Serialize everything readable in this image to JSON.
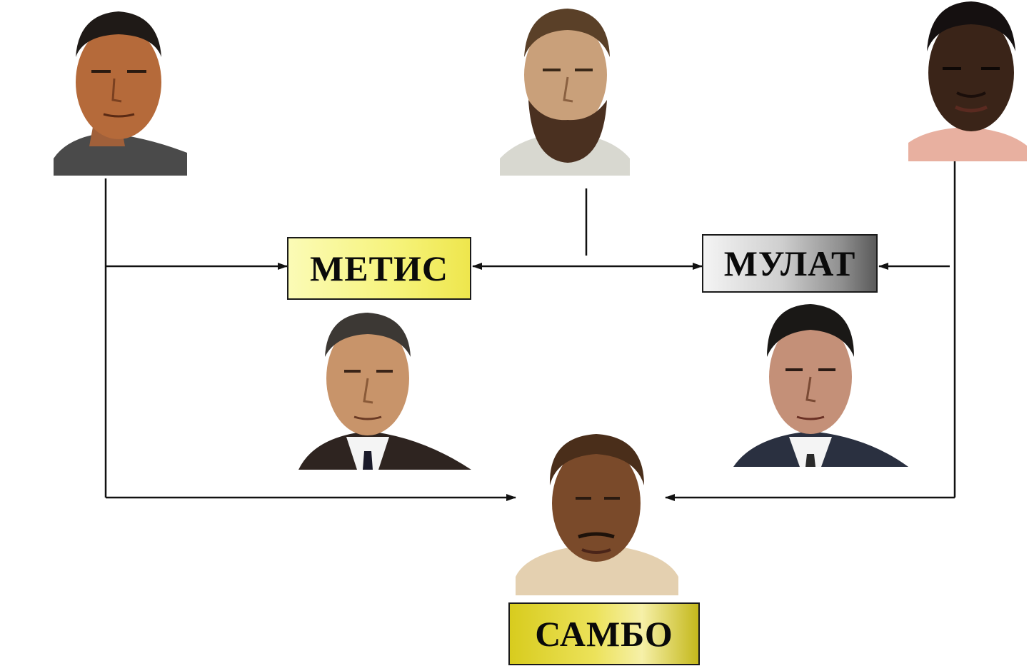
{
  "diagram": {
    "labels": {
      "metis": "МЕТИС",
      "mulat": "МУЛАТ",
      "sambo": "САМБО"
    },
    "portraits": [
      {
        "id": "mongoloid",
        "icon": "portrait-icon-mongoloid"
      },
      {
        "id": "caucasian",
        "icon": "portrait-icon-caucasian"
      },
      {
        "id": "negroid",
        "icon": "portrait-icon-negroid"
      },
      {
        "id": "metis",
        "icon": "portrait-icon-metis"
      },
      {
        "id": "mulat",
        "icon": "portrait-icon-mulat"
      },
      {
        "id": "sambo",
        "icon": "portrait-icon-sambo"
      }
    ],
    "colors": {
      "metis_box": "#f6f37a",
      "mulat_box": "#a0a0a0",
      "sambo_box": "#e6dc4a",
      "lines": "#111111"
    }
  }
}
